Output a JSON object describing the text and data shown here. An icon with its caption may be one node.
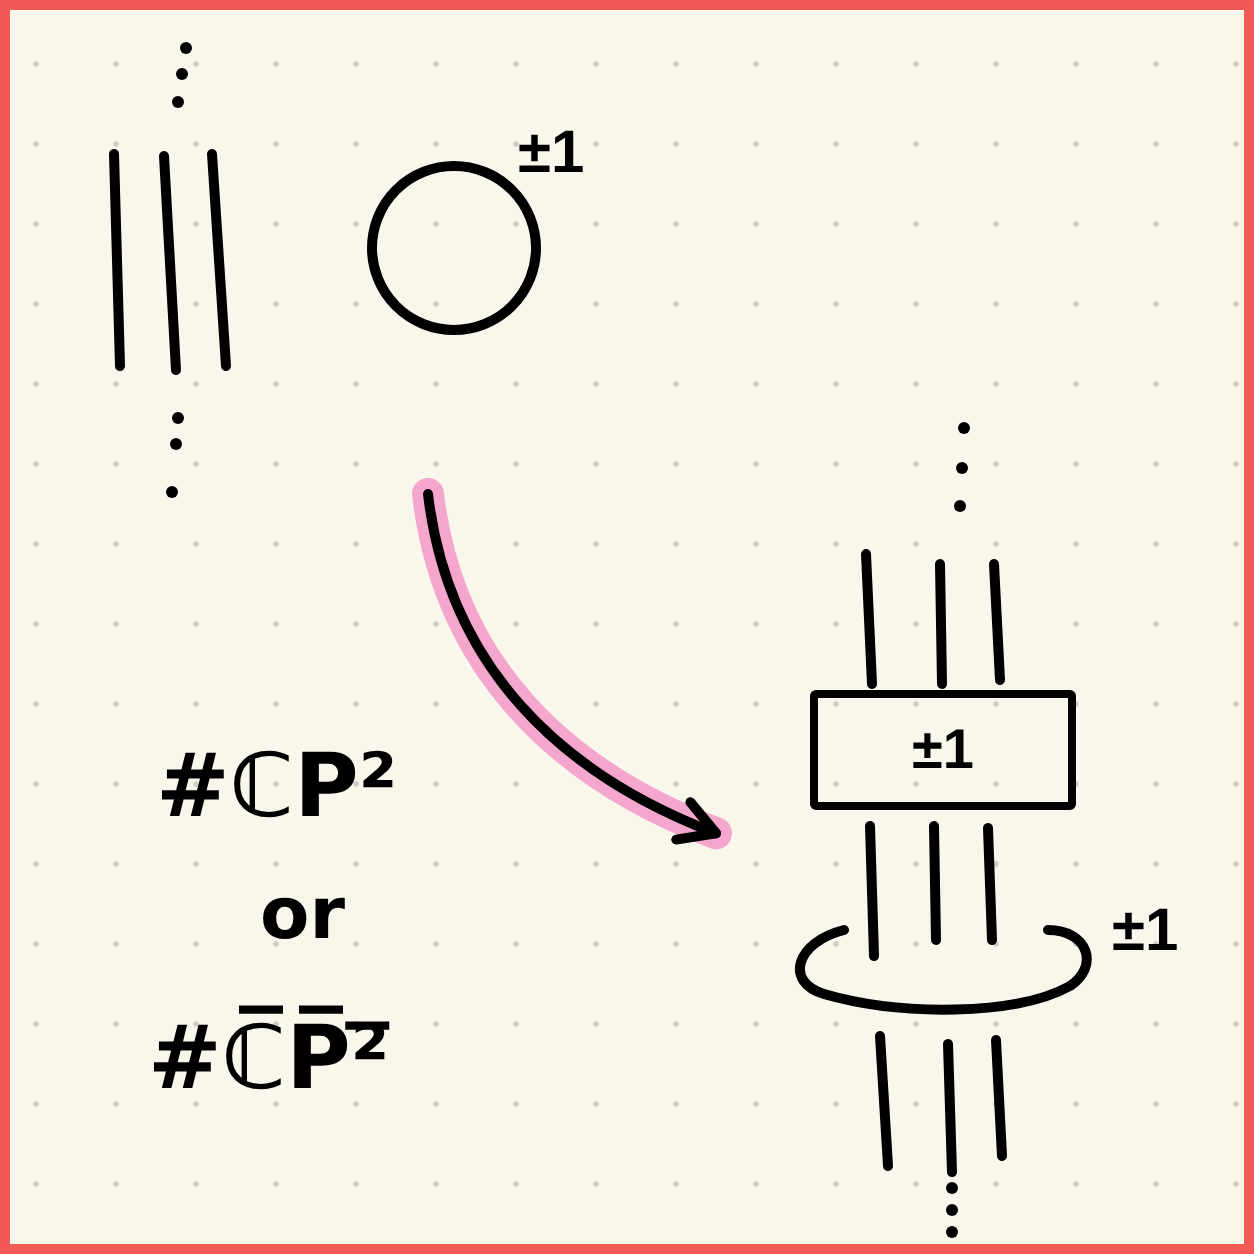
{
  "diagram": {
    "nodes": [
      {
        "text": [],
        "shape": "picture"
      },
      {
        "text": [],
        "shape": "circle",
        "in": 0,
        "beside": [
          "±1"
        ]
      },
      {
        "text": [],
        "shape": "picture"
      },
      {
        "text": [
          "±1"
        ],
        "in": 2
      },
      {
        "text": [],
        "shape": "circle",
        "in": 2,
        "beside": [
          "±1"
        ]
      }
    ],
    "edges": [
      {
        "from": 0,
        "to": 2,
        "arrow": "to"
      }
    ],
    "labels": [
      "#ℂP²",
      "or",
      "#ℂ̅P̅²̅"
    ]
  }
}
